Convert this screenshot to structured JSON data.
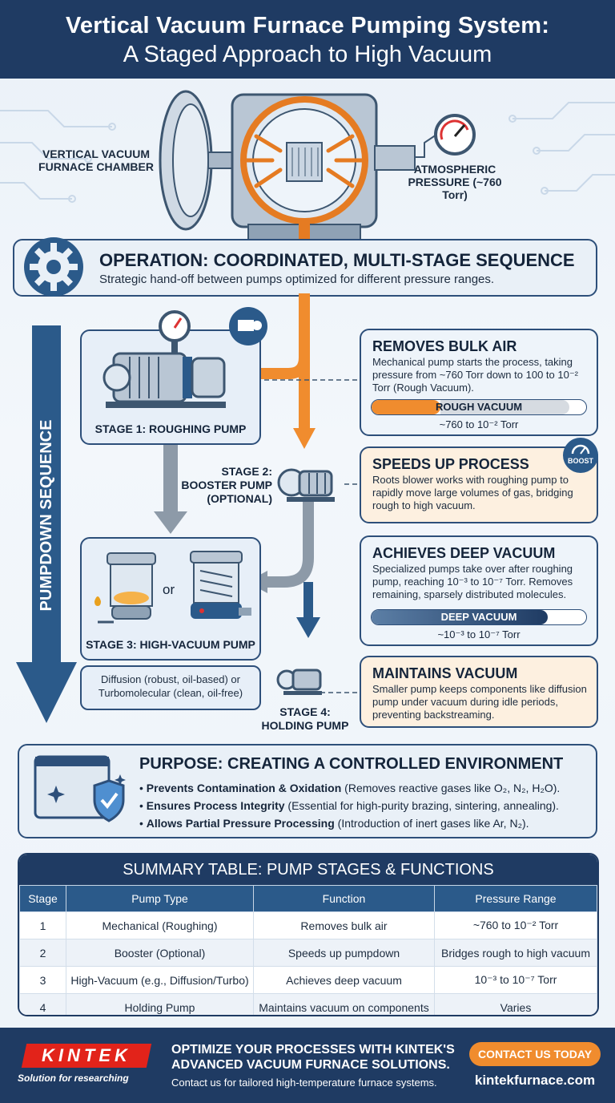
{
  "header": {
    "title_line1": "Vertical Vacuum Furnace Pumping System:",
    "title_line2": "A Staged Approach to High Vacuum"
  },
  "chamber": {
    "label": "VERTICAL VACUUM FURNACE CHAMBER",
    "pressure_label": "ATMOSPHERIC PRESSURE (~760 Torr)"
  },
  "operation": {
    "title": "OPERATION: COORDINATED, MULTI-STAGE SEQUENCE",
    "subtitle": "Strategic hand-off between pumps optimized for different pressure ranges."
  },
  "sequence_label": "PUMPDOWN SEQUENCE",
  "stages": {
    "stage1": "STAGE 1: ROUGHING PUMP",
    "stage2": "STAGE 2: BOOSTER PUMP (OPTIONAL)",
    "stage3": "STAGE 3: HIGH-VACUUM PUMP",
    "stage3_or": "or",
    "stage3_note": "Diffusion (robust, oil-based) or Turbomolecular (clean, oil-free)",
    "stage4": "STAGE 4: HOLDING PUMP"
  },
  "cards": {
    "bulk": {
      "title": "REMOVES BULK AIR",
      "body": "Mechanical pump starts the process, taking pressure from ~760 Torr down to 100 to 10⁻² Torr (Rough Vacuum).",
      "bar_label": "ROUGH VACUUM",
      "bar_fill": 0.32,
      "range": "~760 to 10⁻² Torr"
    },
    "speed": {
      "title": "SPEEDS UP PROCESS",
      "body": "Roots blower works with roughing pump to rapidly move large volumes of gas, bridging rough to high vacuum.",
      "badge": "BOOST"
    },
    "deep": {
      "title": "ACHIEVES DEEP VACUUM",
      "body": "Specialized pumps take over after roughing pump, reaching 10⁻³ to 10⁻⁷ Torr. Removes remaining, sparsely distributed molecules.",
      "bar_label": "DEEP VACUUM",
      "bar_fill": 0.82,
      "range": "~10⁻³ to 10⁻⁷ Torr"
    },
    "maintain": {
      "title": "MAINTAINS VACUUM",
      "body": "Smaller pump keeps components like diffusion pump under vacuum during idle periods, preventing backstreaming."
    }
  },
  "purpose": {
    "title": "PURPOSE: CREATING A CONTROLLED ENVIRONMENT",
    "items": [
      {
        "bold": "Prevents Contamination & Oxidation",
        "rest": " (Removes reactive gases like O₂, N₂, H₂O)."
      },
      {
        "bold": "Ensures Process Integrity",
        "rest": " (Essential for high-purity brazing, sintering, annealing)."
      },
      {
        "bold": "Allows Partial Pressure Processing",
        "rest": " (Introduction of inert gases like Ar, N₂)."
      }
    ]
  },
  "summary": {
    "title": "SUMMARY TABLE: PUMP STAGES & FUNCTIONS",
    "headers": [
      "Stage",
      "Pump Type",
      "Function",
      "Pressure Range"
    ],
    "rows": [
      [
        "1",
        "Mechanical (Roughing)",
        "Removes bulk air",
        "~760 to 10⁻² Torr"
      ],
      [
        "2",
        "Booster (Optional)",
        "Speeds up pumpdown",
        "Bridges rough to high vacuum"
      ],
      [
        "3",
        "High-Vacuum (e.g., Diffusion/Turbo)",
        "Achieves deep vacuum",
        "10⁻³ to 10⁻⁷ Torr"
      ],
      [
        "4",
        "Holding Pump",
        "Maintains vacuum on components",
        "Varies"
      ]
    ]
  },
  "footer": {
    "brand": "KINTEK",
    "tagline": "Solution for researching",
    "cta_line1": "OPTIMIZE YOUR PROCESSES WITH KINTEK'S",
    "cta_line2": "ADVANCED VACUUM FURNACE SOLUTIONS.",
    "cta_sub": "Contact us for tailored high-temperature furnace systems.",
    "button": "CONTACT US TODAY",
    "url": "kintekfurnace.com"
  },
  "colors": {
    "navy": "#1f3b63",
    "orange": "#f08c2e",
    "peach": "#fdf0e0",
    "deep_blue": "#2b5a8a"
  }
}
